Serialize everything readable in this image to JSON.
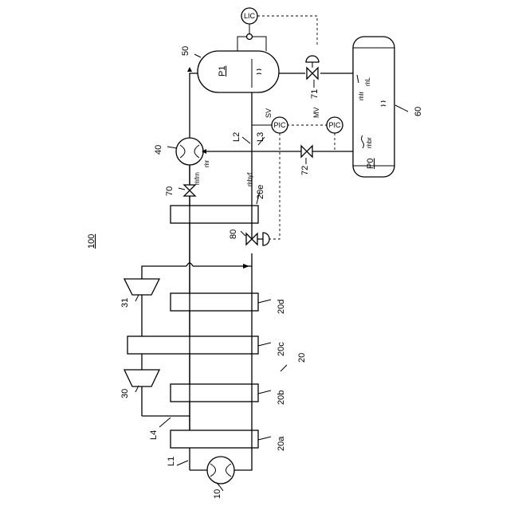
{
  "figure_label": "100",
  "labels": {
    "compressor_10": "10",
    "compressor_30": "30",
    "compressor_31": "31",
    "compressor_40": "40",
    "column_50": "50",
    "tank_60": "60",
    "valve_70": "70",
    "valve_71": "71",
    "valve_72": "72",
    "valve_80": "80",
    "group_20": "20",
    "hx_20a": "20a",
    "hx_20b": "20b",
    "hx_20c": "20c",
    "hx_20d": "20d",
    "hx_20e": "20e",
    "line_L1": "L1",
    "line_L2": "L2",
    "line_L3": "L3",
    "line_L4": "L4"
  },
  "instruments": {
    "lic": "LIC",
    "pic_sv": "PIC",
    "pic_mv": "PIC",
    "sv": "SV",
    "mv": "MV"
  },
  "pressures": {
    "p1": "P1",
    "p0": "P0"
  },
  "flows": {
    "mr": "ṁr",
    "mfrn": "ṁfrn",
    "mbyf": "ṁbyf",
    "ml": "ṁL",
    "mlr": "ṁlr",
    "mbr": "ṁbr"
  }
}
